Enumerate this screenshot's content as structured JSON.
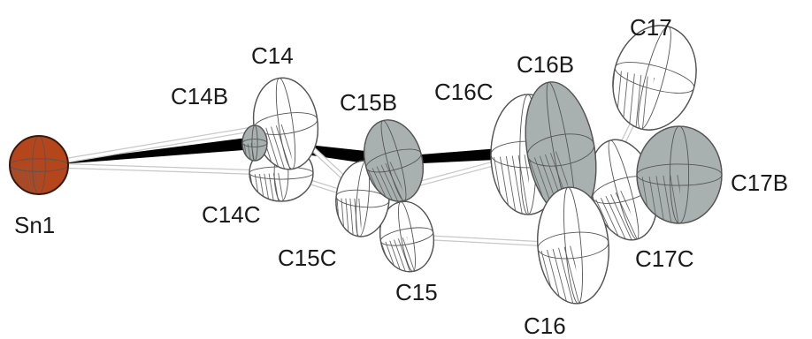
{
  "atoms": [
    {
      "id": "Sn1",
      "label": "Sn1",
      "style": "sn",
      "fill": "#b5451b"
    },
    {
      "id": "C14",
      "label": "C14",
      "style": "white",
      "fill": "#ffffff"
    },
    {
      "id": "C14B",
      "label": "C14B",
      "style": "gray",
      "fill": "#a9b1b0"
    },
    {
      "id": "C14C",
      "label": "C14C",
      "style": "white",
      "fill": "#ffffff"
    },
    {
      "id": "C15",
      "label": "C15",
      "style": "white",
      "fill": "#ffffff"
    },
    {
      "id": "C15B",
      "label": "C15B",
      "style": "gray",
      "fill": "#a9b1b0"
    },
    {
      "id": "C15C",
      "label": "C15C",
      "style": "white",
      "fill": "#ffffff"
    },
    {
      "id": "C16",
      "label": "C16",
      "style": "white",
      "fill": "#ffffff"
    },
    {
      "id": "C16B",
      "label": "C16B",
      "style": "gray",
      "fill": "#a9b1b0"
    },
    {
      "id": "C16C",
      "label": "C16C",
      "style": "white",
      "fill": "#ffffff"
    },
    {
      "id": "C17",
      "label": "C17",
      "style": "white",
      "fill": "#ffffff"
    },
    {
      "id": "C17B",
      "label": "C17B",
      "style": "gray",
      "fill": "#a9b1b0"
    },
    {
      "id": "C17C",
      "label": "C17C",
      "style": "white",
      "fill": "#ffffff"
    }
  ],
  "bonds": [
    {
      "from": "Sn1",
      "to": "C14B",
      "style": "solid"
    },
    {
      "from": "C14B",
      "to": "C15B",
      "style": "solid"
    },
    {
      "from": "C15B",
      "to": "C16B",
      "style": "solid"
    },
    {
      "from": "C16B",
      "to": "C17B",
      "style": "solid"
    },
    {
      "from": "Sn1",
      "to": "C14",
      "style": "open"
    },
    {
      "from": "Sn1",
      "to": "C14C",
      "style": "open"
    },
    {
      "from": "C14",
      "to": "C15",
      "style": "open"
    },
    {
      "from": "C14C",
      "to": "C15C",
      "style": "open"
    },
    {
      "from": "C15",
      "to": "C16",
      "style": "open"
    },
    {
      "from": "C15C",
      "to": "C16C",
      "style": "open"
    },
    {
      "from": "C16",
      "to": "C17",
      "style": "open"
    },
    {
      "from": "C16C",
      "to": "C17C",
      "style": "open"
    }
  ],
  "colors": {
    "solid_bond": "#000000",
    "open_bond": "#c8c8c8",
    "outline": "#555555",
    "hatch": "#666666"
  }
}
